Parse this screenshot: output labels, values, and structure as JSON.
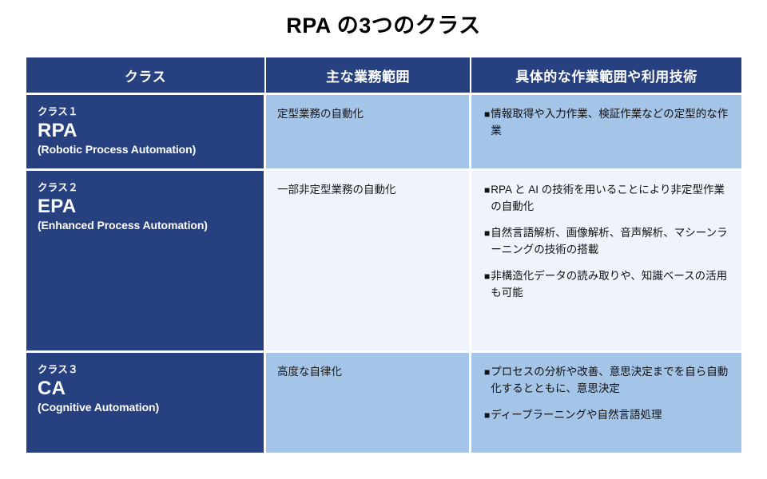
{
  "title": "RPA の3つのクラス",
  "colors": {
    "navy": "#27407F",
    "row_tint_mid": "#A4C4E8",
    "row_tint_pale": "#EEF3FC",
    "header_text": "#FFFFFF",
    "body_text": "#111111",
    "page_background": "#FFFFFF"
  },
  "table": {
    "headers": {
      "class": "クラス",
      "scope": "主な業務範囲",
      "detail": "具体的な作業範囲や利用技術"
    },
    "rows": [
      {
        "class_number": "クラス１",
        "class_abbr": "RPA",
        "class_full": "(Robotic Process Automation)",
        "scope": "定型業務の自動化",
        "bullet_mark": "■",
        "details": [
          "情報取得や入力作業、検証作業などの定型的な作業"
        ]
      },
      {
        "class_number": "クラス２",
        "class_abbr": "EPA",
        "class_full": "(Enhanced Process Automation)",
        "scope": "一部非定型業務の自動化",
        "bullet_mark": "■",
        "details": [
          "RPA と AI の技術を用いることにより非定型作業の自動化",
          "自然言語解析、画像解析、音声解析、マシーンラーニングの技術の搭載",
          "非構造化データの読み取りや、知識ベースの活用も可能"
        ]
      },
      {
        "class_number": "クラス３",
        "class_abbr": "CA",
        "class_full": "(Cognitive Automation)",
        "scope": "高度な自律化",
        "bullet_mark": "■",
        "details": [
          "プロセスの分析や改善、意思決定までを自ら自動化するとともに、意思決定",
          "ディープラーニングや自然言語処理"
        ]
      }
    ]
  }
}
